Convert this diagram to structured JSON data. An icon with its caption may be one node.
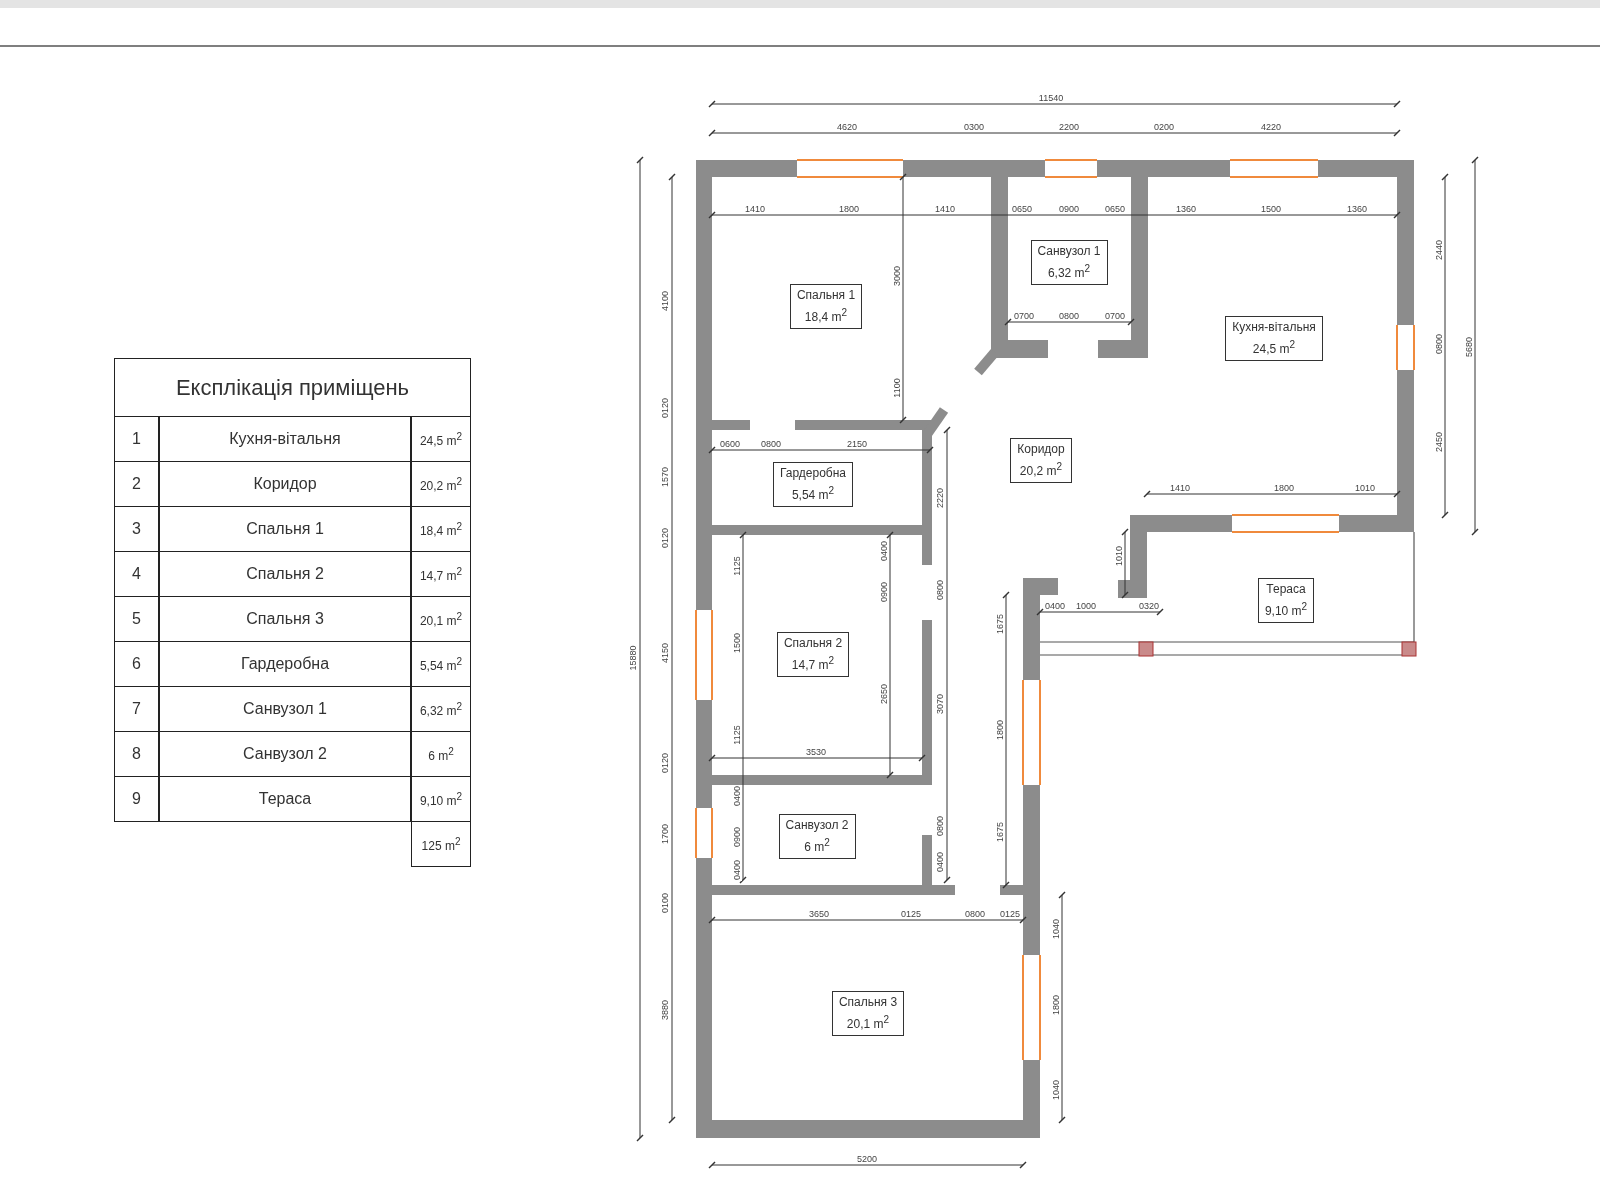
{
  "diagram": {
    "nodes": [
      {
        "text": [
          "Спальня 1",
          "18,4 m$^{2}$"
        ]
      },
      {
        "text": [
          "Санвузол 1",
          "6,32 m$^{2}$"
        ]
      },
      {
        "text": [
          "Кухня-вітальня",
          "24,5 m$^{2}$"
        ]
      },
      {
        "text": [
          "Коридор",
          "20,2 m$^{2}$"
        ]
      },
      {
        "text": [
          "Гардеробна",
          "5,54 m$^{2}$"
        ]
      },
      {
        "text": [
          "Тераса",
          "9,10 m$^{2}$"
        ]
      },
      {
        "text": [
          "Спальня 2",
          "14,7 m$^{2}$"
        ]
      },
      {
        "text": [
          "Санвузол 2",
          "6 m$^{2}$"
        ]
      },
      {
        "text": [
          "Спальня 3",
          "20,1 m$^{2}$"
        ]
      }
    ],
    "labels": [
      "Експлікація приміщень",
      "1",
      "Кухня-вітальня",
      "24,5 m$^{2}$",
      "2",
      "Коридор",
      "20,2 m$^{2}$",
      "3",
      "Спальня 1",
      "18,4 m$^{2}$",
      "4",
      "Спальня 2",
      "14,7 m$^{2}$",
      "5",
      "Спальня 3",
      "20,1 m$^{2}$",
      "6",
      "Гардеробна",
      "5,54 m$^{2}$",
      "7",
      "Санвузол 1",
      "6,32 m$^{2}$",
      "8",
      "Санвузол 2",
      "6 m$^{2}$",
      "9",
      "Тераса",
      "9,10 m$^{2}$",
      "125 m$^{2}$",
      "11540",
      "4620",
      "0300",
      "2200",
      "0200",
      "4220",
      "1410",
      "1800",
      "1410",
      "0650",
      "0900",
      "0650",
      "1360",
      "1500",
      "1360",
      "2440",
      "3000",
      "4100",
      "0700",
      "0800",
      "0700",
      "0800",
      "5680",
      "1100",
      "0120",
      "2450",
      "0600",
      "0800",
      "2150",
      "1570",
      "1410",
      "1800",
      "1010",
      "2220",
      "0120",
      "1010",
      "1125",
      "0400",
      "0900",
      "0800",
      "0400",
      "1000",
      "0320",
      "1675",
      "1500",
      "15880",
      "4150",
      "2650",
      "3070",
      "1125",
      "1800",
      "3530",
      "0120",
      "0400",
      "1700",
      "0900",
      "0800",
      "1675",
      "0400",
      "0400",
      "0100",
      "3650",
      "0125",
      "0800",
      "0125",
      "1040",
      "3880",
      "1800",
      "1040",
      "5200"
    ]
  }
}
